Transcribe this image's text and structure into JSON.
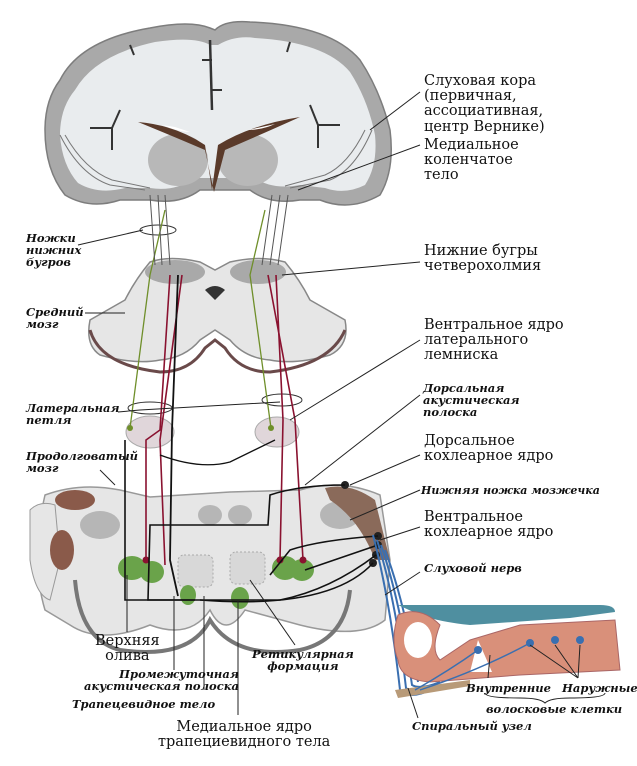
{
  "labels": {
    "auditory_cortex": [
      "Слуховая кора",
      "(первичная,",
      "ассоциативная,",
      "центр Вернике)"
    ],
    "medial_geniculate": [
      "Медиальное",
      "коленчатое",
      "тело"
    ],
    "brachium_inferior_colliculi": [
      "Ножки",
      "нижних",
      "бугров"
    ],
    "inferior_colliculi": [
      "Нижние бугры",
      "четверохолмия"
    ],
    "midbrain": [
      "Средний",
      "мозг"
    ],
    "ventral_nucleus_lateral_lemniscus": [
      "Вентральное ядро",
      "латерального",
      "лемниска"
    ],
    "lateral_lemniscus": [
      "Латеральная",
      "петля"
    ],
    "dorsal_acoustic_stria": [
      "Дорсальная",
      "акустическая",
      "полоска"
    ],
    "medulla": [
      "Продолговатый",
      "мозг"
    ],
    "dorsal_cochlear_nucleus": [
      "Дорсальное",
      "кохлеарное ядро"
    ],
    "inferior_cerebellar_peduncle": [
      "Нижняя ножка мозжечка"
    ],
    "ventral_cochlear_nucleus": [
      "Вентральное",
      "кохлеарное ядро"
    ],
    "auditory_nerve": [
      "Слуховой нерв"
    ],
    "superior_olive": [
      "Верхняя",
      "олива"
    ],
    "intermediate_acoustic_stria": [
      "Промежуточная",
      "акустическая полоска"
    ],
    "trapezoid_body": [
      "Трапецевидное тело"
    ],
    "reticular_formation": [
      "Ретикулярная",
      "формация"
    ],
    "medial_nucleus_trapezoid": [
      "Медиальное ядро",
      "трапециевидного тела"
    ],
    "inner_hair": [
      "Внутренние"
    ],
    "outer_hair": [
      "Наружные"
    ],
    "hair_cells": [
      "волосковые клетки"
    ],
    "spiral_ganglion": [
      "Спиральный узел"
    ]
  },
  "colors": {
    "tissue": "#e6e6e6",
    "cortex_gray": "#a9a9a9",
    "ventricle": "#5a3a2a",
    "pathway_red": "#8a1230",
    "pathway_black": "#111111",
    "pathway_green": "#6f8f2a",
    "nucleus_green": "#6aa34a",
    "nerve_blue": "#3a6fb0",
    "cochlea_pink": "#d9907a",
    "tectorial_teal": "#4f8fa0"
  }
}
